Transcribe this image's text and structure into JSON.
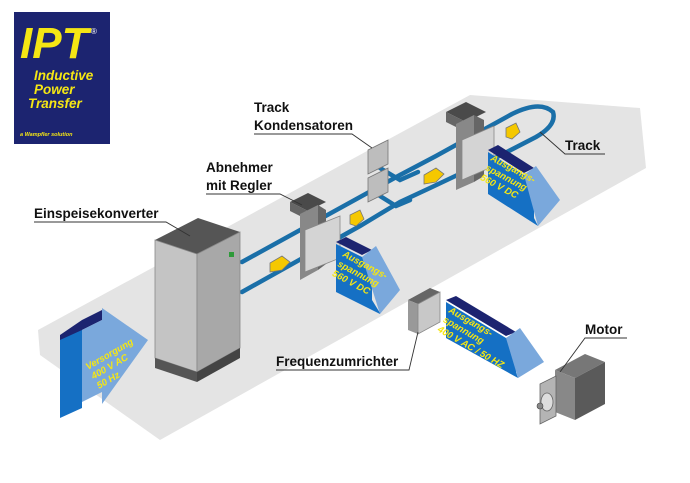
{
  "logo": {
    "mark": "IPT",
    "registered": "®",
    "lines": [
      "Inductive",
      "Power",
      "Transfer"
    ],
    "tagline": "a Wampfler solution",
    "colors": {
      "background": "#1c2470",
      "text": "#f5e614",
      "accent_white": "#ffffff"
    }
  },
  "labels": {
    "einspeisekonverter": "Einspeisekonverter",
    "abnehmer_line1": "Abnehmer",
    "abnehmer_line2": "mit Regler",
    "track_kond_line1": "Track",
    "track_kond_line2": "Kondensatoren",
    "track": "Track",
    "frequenzumrichter": "Frequenzumrichter",
    "motor": "Motor"
  },
  "arrows": {
    "supply": [
      "Versorgung",
      "400 V AC",
      "50 Hz"
    ],
    "output_dc_1": [
      "Ausgangs-",
      "spannung",
      "560 V DC"
    ],
    "output_dc_2": [
      "Ausgangs-",
      "spannung",
      "560 V DC"
    ],
    "output_ac": [
      "Ausgangs-",
      "spannung",
      "400 V AC / 50 HZ"
    ]
  },
  "colors": {
    "platform": "#e4e4e4",
    "track_cable": "#1a6fa8",
    "arrow_dark": "#1c2470",
    "arrow_blue": "#1570c4",
    "arrow_light": "#7aa8dc",
    "arrow_text": "#f5e614",
    "cabinet_front": "#c4c4c4",
    "cabinet_top": "#555555",
    "pickup_yellow": "#f5c800"
  }
}
